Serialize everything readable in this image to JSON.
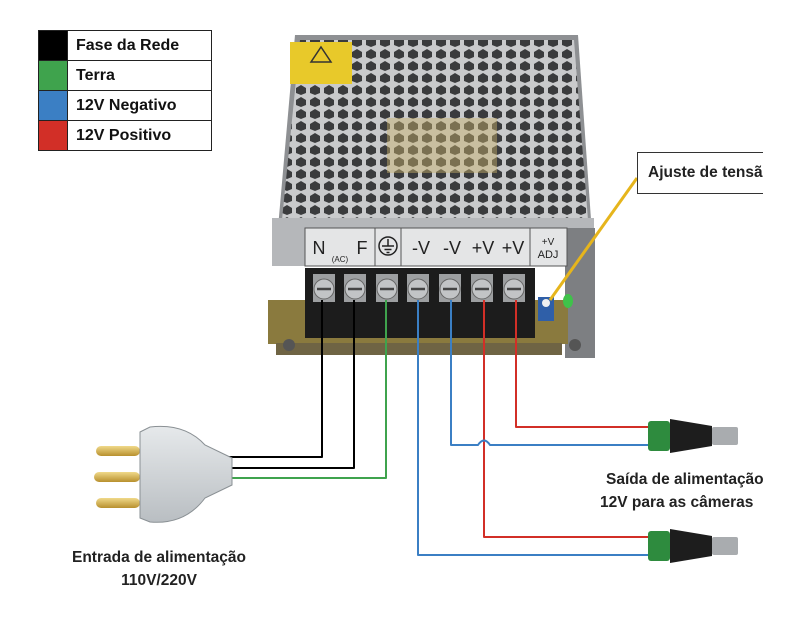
{
  "legend": [
    {
      "label": "Fase da Rede",
      "color": "#000000"
    },
    {
      "label": "Terra",
      "color": "#3fa34d"
    },
    {
      "label": "12V Negativo",
      "color": "#3b7fc4"
    },
    {
      "label": "12V Positivo",
      "color": "#d22f27"
    }
  ],
  "terminal_labels": {
    "n": "N",
    "ac": "(AC)",
    "f": "F",
    "ground_icon": "ground-icon",
    "outputs": [
      "-V",
      "-V",
      "+V",
      "+V"
    ],
    "adj_top": "+V",
    "adj_bottom": "ADJ"
  },
  "callout": {
    "text": "Ajuste de tensão"
  },
  "input_caption": {
    "line1": "Entrada de alimentação",
    "line2": "110V/220V"
  },
  "output_caption": {
    "line1": "Saída de alimentação",
    "line2": "12V para as câmeras"
  },
  "colors": {
    "phase": "#000000",
    "ground": "#3fa34d",
    "negative": "#3b7fc4",
    "positive": "#d22f27",
    "callout_line": "#e6b51c",
    "case": "#9c9ea1"
  }
}
